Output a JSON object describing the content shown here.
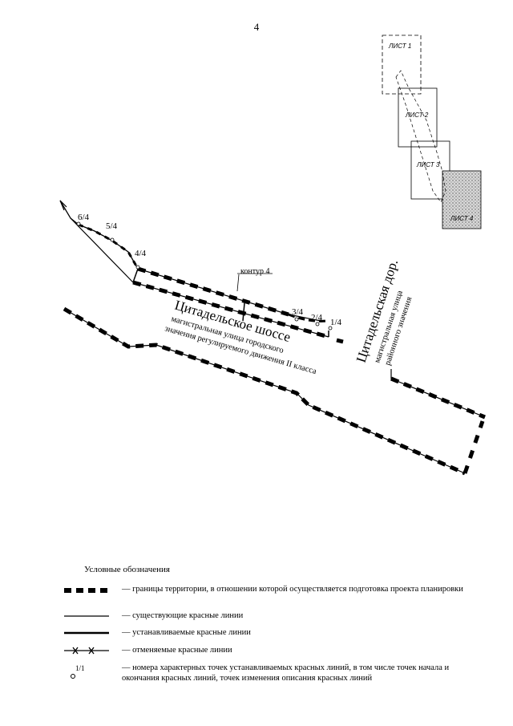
{
  "page": {
    "number": "4"
  },
  "key_map": {
    "sheets": [
      {
        "label": "ЛИСТ 1"
      },
      {
        "label": "ЛИСТ 2"
      },
      {
        "label": "ЛИСТ 3"
      },
      {
        "label": "ЛИСТ 4"
      }
    ]
  },
  "map": {
    "points": [
      "6/4",
      "5/4",
      "4/4",
      "3/4",
      "2/4",
      "1/4"
    ],
    "contour_label": "контур 4",
    "street1": {
      "name": "Цитадельское шоссе",
      "desc1": "магистральная улица городского",
      "desc2": "значения регулируемого движения II класса"
    },
    "street2": {
      "name": "Цитадельская дор.",
      "desc1": "магистральная улица",
      "desc2": "районного значения"
    }
  },
  "legend": {
    "title": "Условные обозначения",
    "items": [
      {
        "symbol": "territory-boundary",
        "text": "— границы территории, в отношении которой осуществляется подготовка проекта планировки"
      },
      {
        "symbol": "existing-red-line",
        "text": "— существующие красные линии"
      },
      {
        "symbol": "established-red-line",
        "text": "— устанавливаемые красные линии"
      },
      {
        "symbol": "cancelled-red-line",
        "text": "— отменяемые красные линии"
      },
      {
        "symbol": "point-marker",
        "point_label": "1/1",
        "text": "— номера характерных точек устанавливаемых красных линий, в том числе точек начала и окончания красных линий, точек изменения описания красных линий"
      }
    ]
  }
}
